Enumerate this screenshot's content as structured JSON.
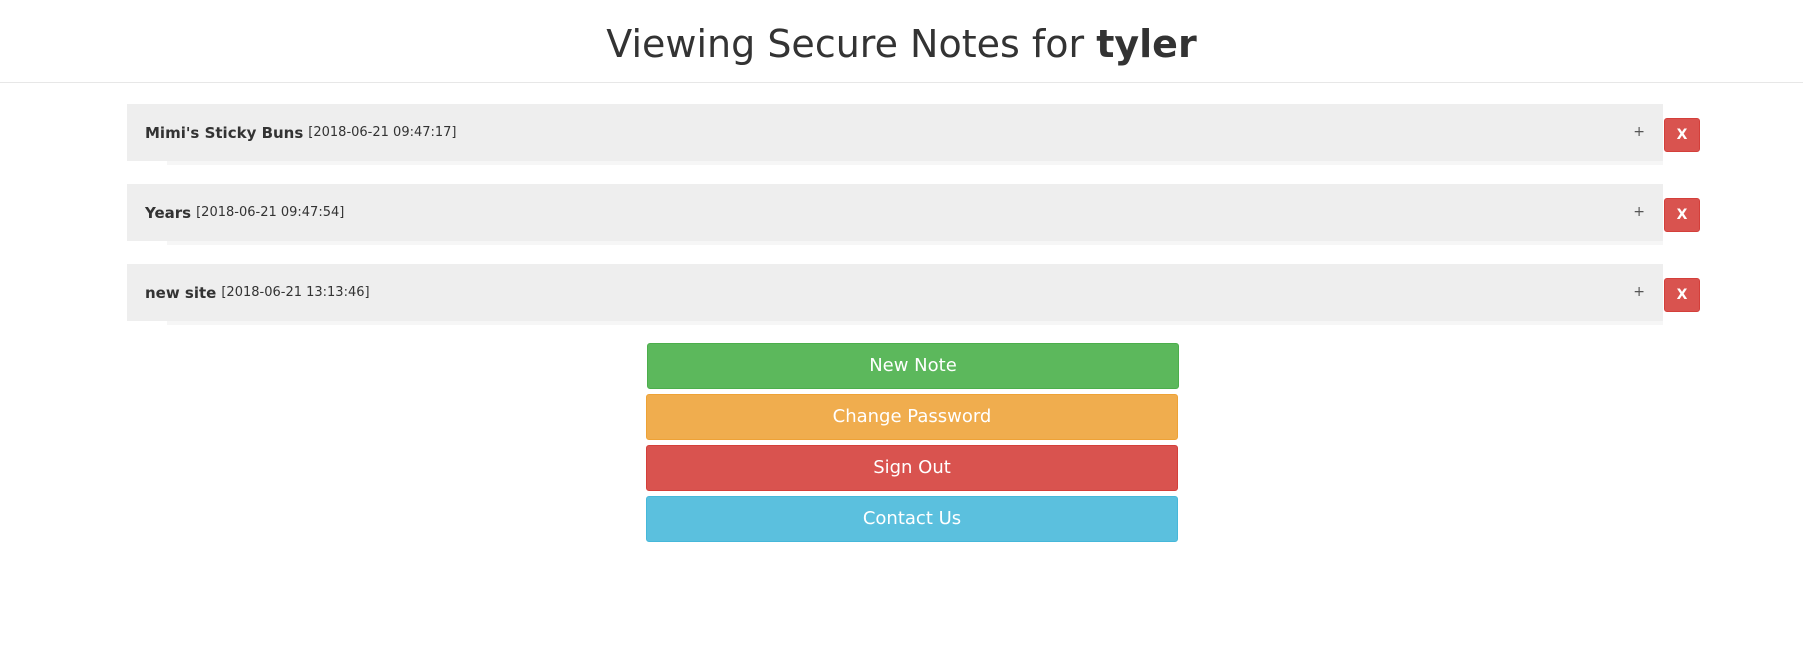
{
  "header": {
    "title_prefix": "Viewing Secure Notes for",
    "username": "tyler"
  },
  "notes": [
    {
      "title": "Mimi's Sticky Buns",
      "date": "[2018-06-21 09:47:17]",
      "expand": "+",
      "delete": "X"
    },
    {
      "title": "Years",
      "date": "[2018-06-21 09:47:54]",
      "expand": "+",
      "delete": "X"
    },
    {
      "title": "new site",
      "date": "[2018-06-21 13:13:46]",
      "expand": "+",
      "delete": "X"
    }
  ],
  "actions": {
    "new_note": "New Note",
    "change_password": "Change Password",
    "sign_out": "Sign Out",
    "contact_us": "Contact Us"
  },
  "colors": {
    "success": "#5cb85c",
    "warning": "#f0ad4e",
    "danger": "#d9534f",
    "info": "#5bc0de",
    "panel": "#eeeeee"
  }
}
